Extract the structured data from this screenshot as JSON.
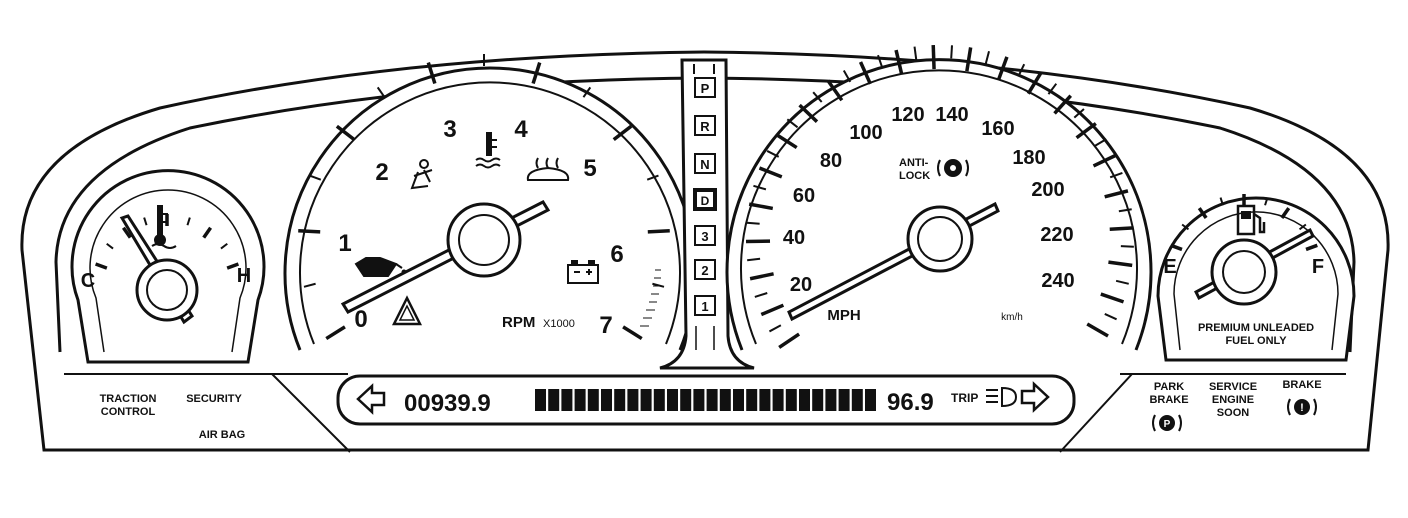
{
  "temp_gauge": {
    "cold_label": "C",
    "hot_label": "H"
  },
  "tachometer": {
    "numbers": [
      "0",
      "1",
      "2",
      "3",
      "4",
      "5",
      "6",
      "7"
    ],
    "unit_label": "RPM",
    "multiplier_label": "X1000"
  },
  "gear_selector": {
    "gears": [
      "P",
      "R",
      "N",
      "D",
      "3",
      "2",
      "1"
    ],
    "selected": "D"
  },
  "speedometer": {
    "numbers": [
      "20",
      "40",
      "60",
      "80",
      "100",
      "120",
      "140",
      "160",
      "180",
      "200",
      "220",
      "240"
    ],
    "unit_label": "MPH",
    "metric_label": "km/h",
    "antilock_label_line1": "ANTI-",
    "antilock_label_line2": "LOCK"
  },
  "fuel_gauge": {
    "empty_label": "E",
    "full_label": "F",
    "notice_line1": "PREMIUM UNLEADED",
    "notice_line2": "FUEL ONLY"
  },
  "left_indicators": {
    "traction_line1": "TRACTION",
    "traction_line2": "CONTROL",
    "security": "SECURITY",
    "airbag": "AIR BAG"
  },
  "odometer": {
    "reading": "00939.9",
    "trip_reading": "96.9",
    "trip_label": "TRIP"
  },
  "right_indicators": {
    "park_line1": "PARK",
    "park_line2": "BRAKE",
    "park_symbol": "P",
    "service_line1": "SERVICE",
    "service_line2": "ENGINE",
    "service_line3": "SOON",
    "brake": "BRAKE",
    "brake_symbol": "!"
  },
  "icons": [
    "seatbelt-icon",
    "coolant-temp-icon",
    "rear-defrost-icon",
    "oil-can-icon",
    "hazard-triangle-icon",
    "battery-icon",
    "thermometer-icon",
    "fuel-pump-icon",
    "abs-icon",
    "headlamp-icon",
    "left-arrow-icon",
    "right-arrow-icon",
    "park-brake-icon",
    "brake-warning-icon"
  ]
}
